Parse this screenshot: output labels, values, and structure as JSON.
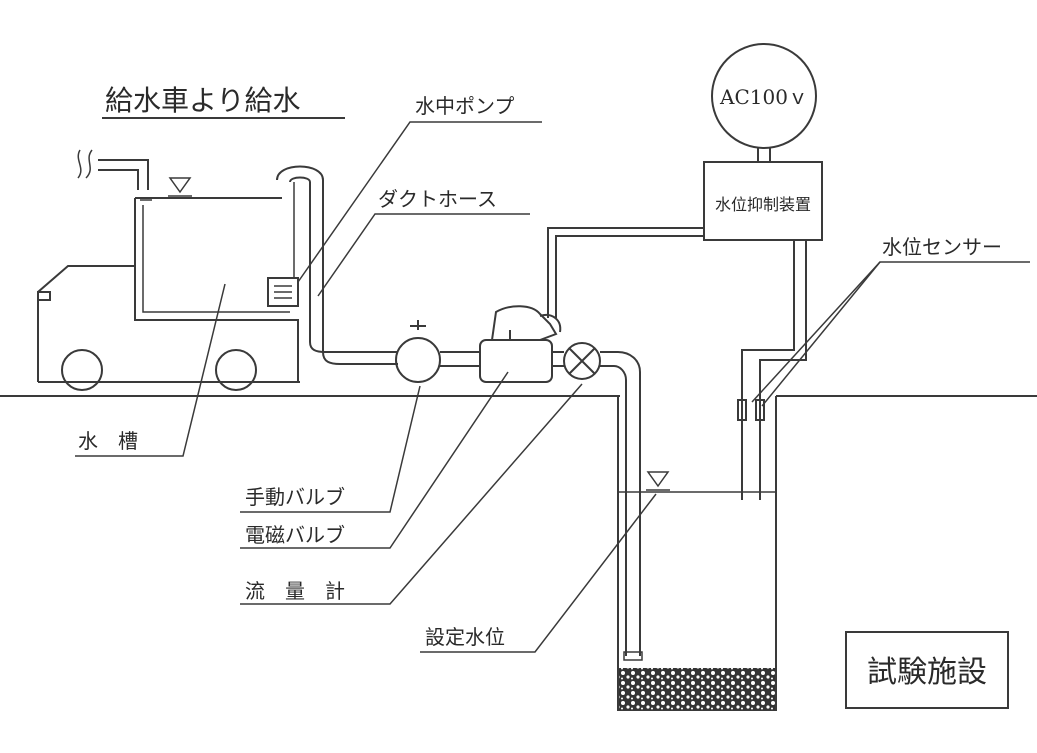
{
  "title": "給水車より給水",
  "labels": {
    "submersible_pump": "水中ポンプ",
    "duct_hose": "ダクトホース",
    "water_tank": "水　槽",
    "manual_valve": "手動バルブ",
    "solenoid_valve": "電磁バルブ",
    "flow_meter": "流　量　計",
    "set_water_level": "設定水位",
    "power_supply": "AC100ｖ",
    "level_controller": "水位抑制装置",
    "level_sensor": "水位センサー",
    "test_facility": "試験施設"
  },
  "colors": {
    "line": "#3a3a3a",
    "text": "#2a2a2a",
    "background": "#ffffff"
  }
}
